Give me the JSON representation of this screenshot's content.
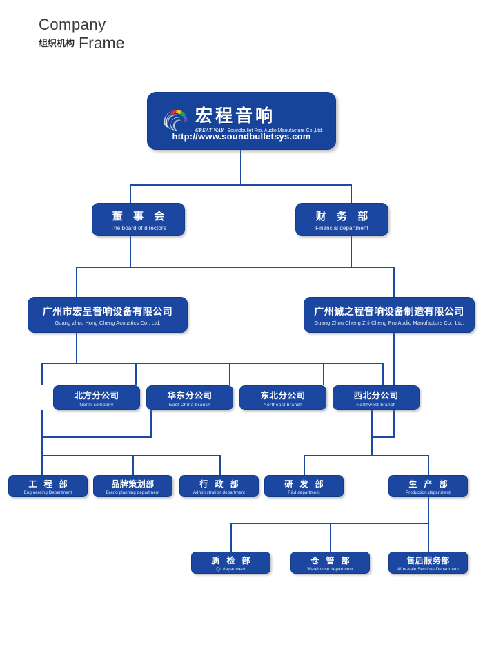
{
  "title": {
    "line1_en": "Company",
    "line2_cn": "组织机构",
    "line2_en": "Frame"
  },
  "colors": {
    "box_fill": "#1c47a0",
    "box_fill_logo": "#17439b",
    "line": "#1b4aa0",
    "text": "#ffffff",
    "background": "#ffffff"
  },
  "logo": {
    "icon": "swirl-globe-logo-icon",
    "brand_cn": "宏程音响",
    "great_way": "GREAT WAY",
    "company_en": "Soundbullet Pro. Audio Manufacture Co.,Ltd.",
    "url": "http://www.soundbulletsys.com"
  },
  "nodes": {
    "board": {
      "cn": "董 事 会",
      "en": "The board of directors"
    },
    "finance": {
      "cn": "财 务 部",
      "en": "Financial department"
    },
    "company_left": {
      "cn": "广州市宏呈音响设备有限公司",
      "en": "Guang zhou Hong Cheng Acoustics Co., Ltd."
    },
    "company_right": {
      "cn": "广州诚之程音响设备制造有限公司",
      "en": "Guang Zhou Cheng Zhi Cheng Pro Audio Manufacture Co., Ltd."
    },
    "branch_north": {
      "cn": "北方分公司",
      "en": "North company"
    },
    "branch_east": {
      "cn": "华东分公司",
      "en": "East China branch"
    },
    "branch_northeast": {
      "cn": "东北分公司",
      "en": "Northeast branch"
    },
    "branch_northwest": {
      "cn": "西北分公司",
      "en": "Northwest branch"
    },
    "dept_engineering": {
      "cn": "工 程 部",
      "en": "Engineering Department"
    },
    "dept_brand": {
      "cn": "品牌策划部",
      "en": "Brand planning department"
    },
    "dept_admin": {
      "cn": "行 政 部",
      "en": "Administration department"
    },
    "dept_rd": {
      "cn": "研 发 部",
      "en": "R&d department"
    },
    "dept_production": {
      "cn": "生 产 部",
      "en": "Production department"
    },
    "dept_qc": {
      "cn": "质 检 部",
      "en": "Qc department"
    },
    "dept_warehouse": {
      "cn": "仓 管 部",
      "en": "Warehouse department"
    },
    "dept_aftersale": {
      "cn": "售后服务部",
      "en": "After-sale Services Department"
    }
  }
}
